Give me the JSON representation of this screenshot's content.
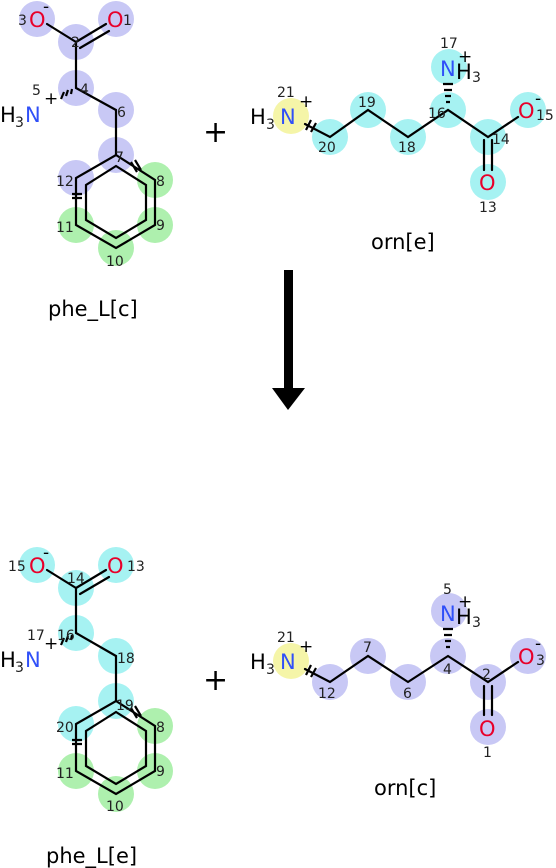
{
  "colors": {
    "oxygen": "#e8002a",
    "nitrogen": "#3050f8",
    "carbon": "#000000",
    "highlight_blue": "#c8c8f5",
    "highlight_cyan": "#a6f2f2",
    "highlight_green": "#aef0ae",
    "highlight_yellow": "#f5f5a8"
  },
  "operators": {
    "plus": "+",
    "minus": "-",
    "charge_plus": "+"
  },
  "reactants": [
    {
      "label": "phe_L[c]",
      "atoms": {
        "O3": "O",
        "O1": "O",
        "N5": "N",
        "H3": "H",
        "sub3": "3"
      },
      "numbers": [
        "3",
        "2",
        "1",
        "5",
        "4",
        "6",
        "7",
        "8",
        "9",
        "10",
        "11",
        "12"
      ]
    },
    {
      "label": "orn[e]",
      "atoms": {
        "N17": "N",
        "H3a": "H",
        "sub3a": "3",
        "N21": "N",
        "H3b": "H",
        "sub3b": "3",
        "O15": "O",
        "O13": "O"
      },
      "numbers": [
        "17",
        "21",
        "19",
        "16",
        "15",
        "20",
        "18",
        "14",
        "13"
      ]
    }
  ],
  "products": [
    {
      "label": "phe_L[e]",
      "atoms": {
        "O15": "O",
        "O13": "O",
        "N17": "N",
        "H3": "H",
        "sub3": "3"
      },
      "numbers": [
        "15",
        "14",
        "13",
        "17",
        "16",
        "18",
        "19",
        "8",
        "20",
        "9",
        "11",
        "10"
      ]
    },
    {
      "label": "orn[c]",
      "atoms": {
        "N5": "N",
        "H3a": "H",
        "sub3a": "3",
        "N21": "N",
        "H3b": "H",
        "sub3b": "3",
        "O3": "O",
        "O1": "O"
      },
      "numbers": [
        "5",
        "21",
        "7",
        "4",
        "3",
        "12",
        "6",
        "2",
        "1"
      ]
    }
  ]
}
